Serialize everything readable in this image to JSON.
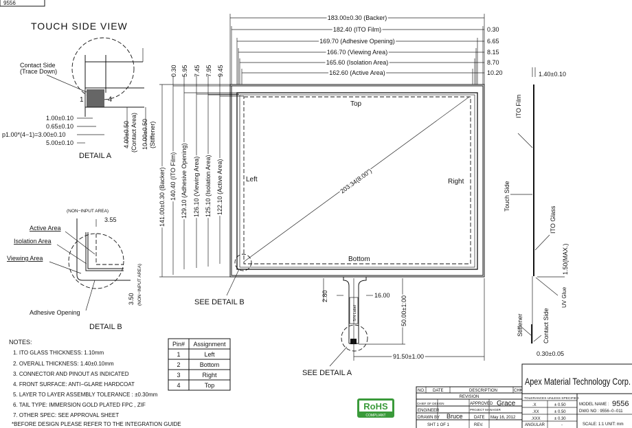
{
  "header": {
    "part_no": "9556",
    "touch_side_view": "TOUCH SIDE VIEW"
  },
  "detail_a": {
    "contact_side": "Contact  Side",
    "trace_down": "(Trace Down)",
    "pin1": "1",
    "pin4": "4",
    "dims": [
      "1.00±0.10",
      "0.65±0.10",
      "p1.00*(4−1)=3.00±0.10",
      "5.00±0.10"
    ],
    "contact_area": "4.00±0.50",
    "contact_area_label": "(Contact Area)",
    "stiffener": "10.00±0.50",
    "stiffener_label": "(Stiffener)",
    "title": "DETAIL  A"
  },
  "detail_b": {
    "non_input_top": "(NON−INPUT AREA)",
    "dim_355": "3.55",
    "active": "Active  Area",
    "isolation": "Isolation  Area",
    "viewing": "Viewing  Area",
    "adhesive": "Adhesive  Opening",
    "dim_350": "3.50",
    "non_input_side": "(NON−INPUT AREA)",
    "title": "DETAIL  B"
  },
  "top_dims": {
    "labels": [
      "183.00±0.30  (Backer)",
      "182.40  (ITO Film)",
      "169.70  (Adhesive Opening)",
      "166.70  (Viewing Area)",
      "165.60  (Isolation Area)",
      "162.60  (Active Area)"
    ],
    "offsets": [
      "0.30",
      "6.65",
      "8.15",
      "8.70",
      "10.20"
    ]
  },
  "left_dims": {
    "labels": [
      "141.00±0.30  (Backer)",
      "140.40  (ITO Film)",
      "129.10  (Adhesive Opening)",
      "126.10  (Viewing Area)",
      "125.10  (Isolation Area)",
      "122.10  (Active Area)"
    ],
    "offsets": [
      "0.30",
      "5.95",
      "7.45",
      "7.95",
      "9.45"
    ]
  },
  "panel": {
    "top": "Top",
    "left": "Left",
    "right": "Right",
    "bottom": "Bottom",
    "diagonal": "203.34(8.00\")",
    "see_detail_b": "SEE  DETAIL  B"
  },
  "tail": {
    "dim_280": "2.80",
    "dim_1600": "16.00",
    "dim_5000": "50.00±1.00",
    "dim_9150": "91.50±1.00",
    "sn_label": "S/N Label",
    "see_detail_a": "SEE  DETAIL  A"
  },
  "side_view": {
    "thickness": "1.40±0.10",
    "ito_film": "ITO  Film",
    "touch_side": "Touch  Side",
    "ito_glass": "ITO  Glass",
    "max": "1.50(MAX.)",
    "uv_glue": "UV  Glue",
    "stiffener": "Stiffener",
    "contact_side": "Contact  Side",
    "tail_thickness": "0.30±0.05"
  },
  "notes": {
    "title": "NOTES:",
    "items": [
      "1. ITO GLASS THICKNESS: 1.10mm",
      "2. OVERALL THICKNESS: 1.40±0.10mm",
      "3. CONNECTOR AND PINOUT AS INDICATED",
      "4. FRONT SURFACE: ANTI−GLARE HARDCOAT",
      "5. LAYER TO LAYER ASSEMBLY TOLERANCE : ±0.30mm",
      "6. TAIL TYPE: IMMERSION GOLD PLATED FPC , ZIF",
      "7. OTHER SPEC: SEE APPROVAL SHEET",
      "*BEFORE DESIGN PLEASE REFER TO THE INTEGRATION GUIDE"
    ]
  },
  "pin_table": {
    "headers": [
      "Pin#",
      "Assignment"
    ],
    "rows": [
      [
        "1",
        "Left"
      ],
      [
        "2",
        "Bottom"
      ],
      [
        "3",
        "Right"
      ],
      [
        "4",
        "Top"
      ]
    ]
  },
  "rohs": {
    "label": "RoHS",
    "sub": "COMPLIANT",
    "color": "#3a9a3a"
  },
  "title_block": {
    "company": "Apex Material Technology Corp.",
    "rev_headers": [
      "NO.",
      "DATE",
      "DESCRIPTION",
      "CHK"
    ],
    "revision": "REVISION",
    "chief": "CHIEF OF DESIGN",
    "approved": "APPROVED",
    "approved_by": "Grace",
    "engineer": "ENGINEER",
    "project": "PROJECT MANAGER",
    "drawn": "DRAWN BY",
    "drawn_by": "Bruce",
    "date_label": "DATE",
    "date": "May 16, 2012",
    "sheet": "SHT  1  OF  1",
    "rev": "REV.",
    "tol_title": "TOLERANCES UNLESS SPECIFIED",
    "tolerances": [
      [
        ".X",
        "± 0.50"
      ],
      [
        ".XX",
        "± 0.50"
      ],
      [
        ".XXX",
        "± 0.30"
      ],
      [
        "ANGULAR",
        "-"
      ]
    ],
    "model": "MODEL NAME :",
    "model_value": "9556",
    "dwg": "DWG NO : 9556−0−011",
    "scale": "SCALE:  1:1    UNIT:  mm"
  }
}
